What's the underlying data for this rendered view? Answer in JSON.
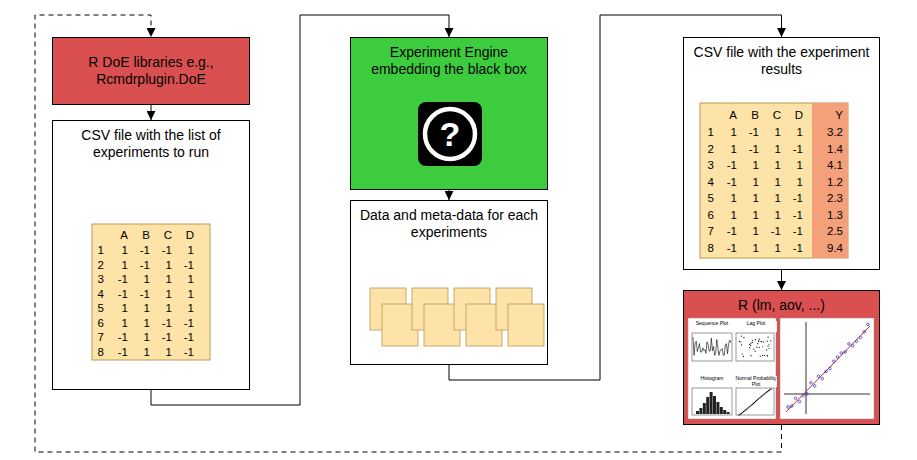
{
  "diagram": {
    "nodes": [
      {
        "text": [
          "R DoE libraries e.g., Rcmdrplugin.DoE"
        ]
      },
      {
        "text": [
          "CSV file with the list of experiments to run"
        ]
      },
      {
        "text": [
          "Experiment Engine embedding the black box"
        ]
      },
      {
        "text": [
          "Data and meta-data for each experiments"
        ]
      },
      {
        "text": [
          "CSV file with the experiment results"
        ]
      },
      {
        "text": [
          "R (lm, aov, ...)"
        ]
      }
    ],
    "edges": [
      {
        "from": 0,
        "to": 1,
        "arrow": "to"
      },
      {
        "from": 1,
        "to": 2,
        "arrow": "to"
      },
      {
        "from": 2,
        "to": 3,
        "arrow": "to"
      },
      {
        "from": 3,
        "to": 4,
        "arrow": "to"
      },
      {
        "from": 4,
        "to": 5,
        "arrow": "to"
      },
      {
        "from": 5,
        "to": 0,
        "arrow": "to"
      }
    ],
    "labels": [
      "A",
      "B",
      "C",
      "D",
      "1",
      "1",
      "-1",
      "-1",
      "1",
      "2",
      "1",
      "-1",
      "1",
      "-1",
      "3",
      "-1",
      "1",
      "1",
      "1",
      "4",
      "-1",
      "-1",
      "1",
      "1",
      "5",
      "1",
      "1",
      "1",
      "1",
      "6",
      "1",
      "1",
      "-1",
      "-1",
      "7",
      "-1",
      "1",
      "-1",
      "-1",
      "8",
      "-1",
      "1",
      "1",
      "-1",
      "A",
      "B",
      "C",
      "D",
      "Y",
      "1",
      "1",
      "-1",
      "1",
      "1",
      "3.2",
      "2",
      "1",
      "-1",
      "1",
      "-1",
      "1.4",
      "3",
      "-1",
      "1",
      "1",
      "1",
      "4.1",
      "4",
      "-1",
      "1",
      "1",
      "1",
      "1.2",
      "5",
      "1",
      "1",
      "1",
      "-1",
      "2.3",
      "6",
      "1",
      "1",
      "1",
      "-1",
      "1.3",
      "7",
      "-1",
      "1",
      "-1",
      "-1",
      "2.5",
      "8",
      "-1",
      "1",
      "1",
      "-1",
      "9.4",
      "?",
      "Sequence Plot",
      "Lag Plot",
      "Histogram",
      "Normal Probability Plot"
    ]
  }
}
